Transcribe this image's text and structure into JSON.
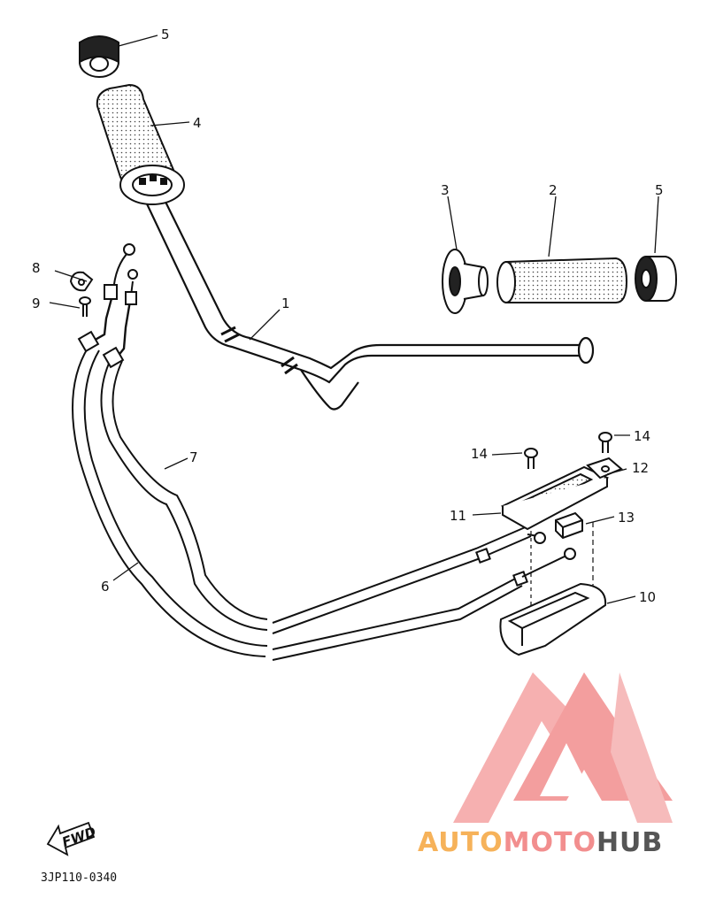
{
  "diagram": {
    "parts": [
      "1",
      "2",
      "3",
      "4",
      "5",
      "5",
      "6",
      "7",
      "8",
      "9",
      "10",
      "11",
      "12",
      "13",
      "14",
      "14"
    ],
    "drawing_code": "3JP110-0340",
    "fwd_label": "FWD"
  },
  "watermark": {
    "brand_part1": "AUTO",
    "brand_part2": "MOTO",
    "brand_part3": "HUB",
    "colors": {
      "auto": "#f6b25a",
      "moto": "#f28e8e",
      "hub": "#555555",
      "logo": "#f28e8e"
    }
  }
}
